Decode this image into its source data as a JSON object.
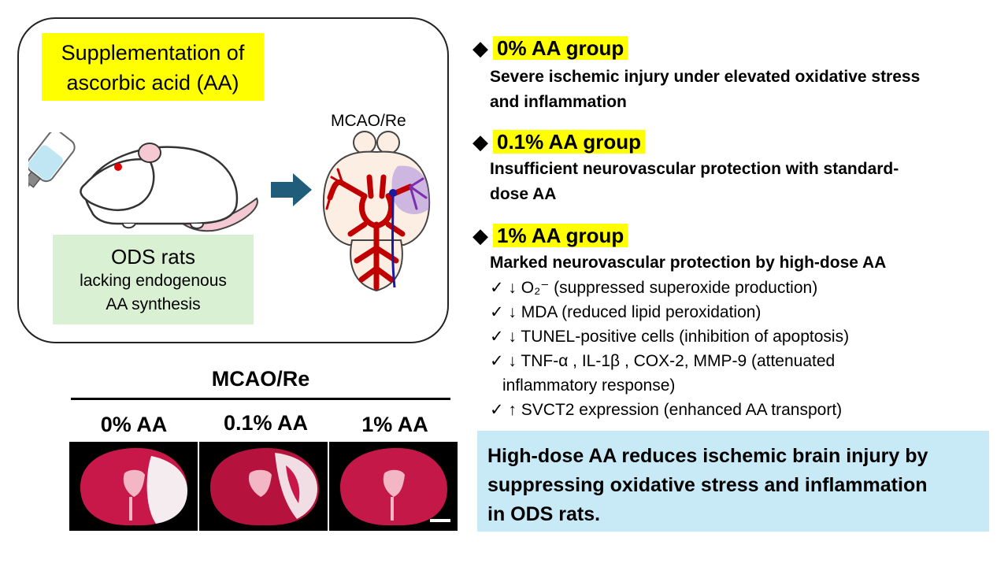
{
  "left": {
    "supplementation_line1": "Supplementation of",
    "supplementation_line2": "ascorbic acid (AA)",
    "ods_title": "ODS rats",
    "ods_line1": "lacking endogenous",
    "ods_line2": "AA synthesis",
    "mcao_label": "MCAO/Re"
  },
  "groups": [
    {
      "diamond": "◆",
      "label": "0% AA group",
      "desc": [
        "Severe ischemic injury under elevated oxidative stress",
        "and inflammation"
      ]
    },
    {
      "diamond": "◆",
      "label": "0.1% AA group",
      "desc": [
        "Insufficient neurovascular protection with standard-",
        "dose AA"
      ]
    },
    {
      "diamond": "◆",
      "label": "1% AA group",
      "desc": [
        "Marked neurovascular protection by high-dose AA"
      ],
      "checks": [
        "✓ ↓ O₂⁻ (suppressed superoxide production)",
        "✓ ↓ MDA (reduced lipid peroxidation)",
        "✓ ↓ TUNEL-positive cells (inhibition of apoptosis)",
        "✓ ↓ TNF-α , IL-1β , COX-2, MMP-9 (attenuated",
        "inflammatory response)",
        "✓ ↑  SVCT2 expression (enhanced AA transport)"
      ]
    }
  ],
  "conclusion": [
    "High-dose AA reduces ischemic brain injury by",
    "suppressing oxidative stress and inflammation",
    "in ODS rats."
  ],
  "bottom": {
    "title": "MCAO/Re",
    "columns": [
      "0% AA",
      "0.1% AA",
      "1% AA"
    ]
  },
  "colors": {
    "highlight_yellow": "#ffff00",
    "ods_green": "#d9f0d3",
    "conclusion_blue": "#c8eaf6",
    "arrow_teal": "#1f5d7a",
    "vessel_red": "#c00000",
    "vessel_blue": "#1a1aa0",
    "infarct_purple": "#9370db",
    "tissue_red": "#c8184a"
  }
}
